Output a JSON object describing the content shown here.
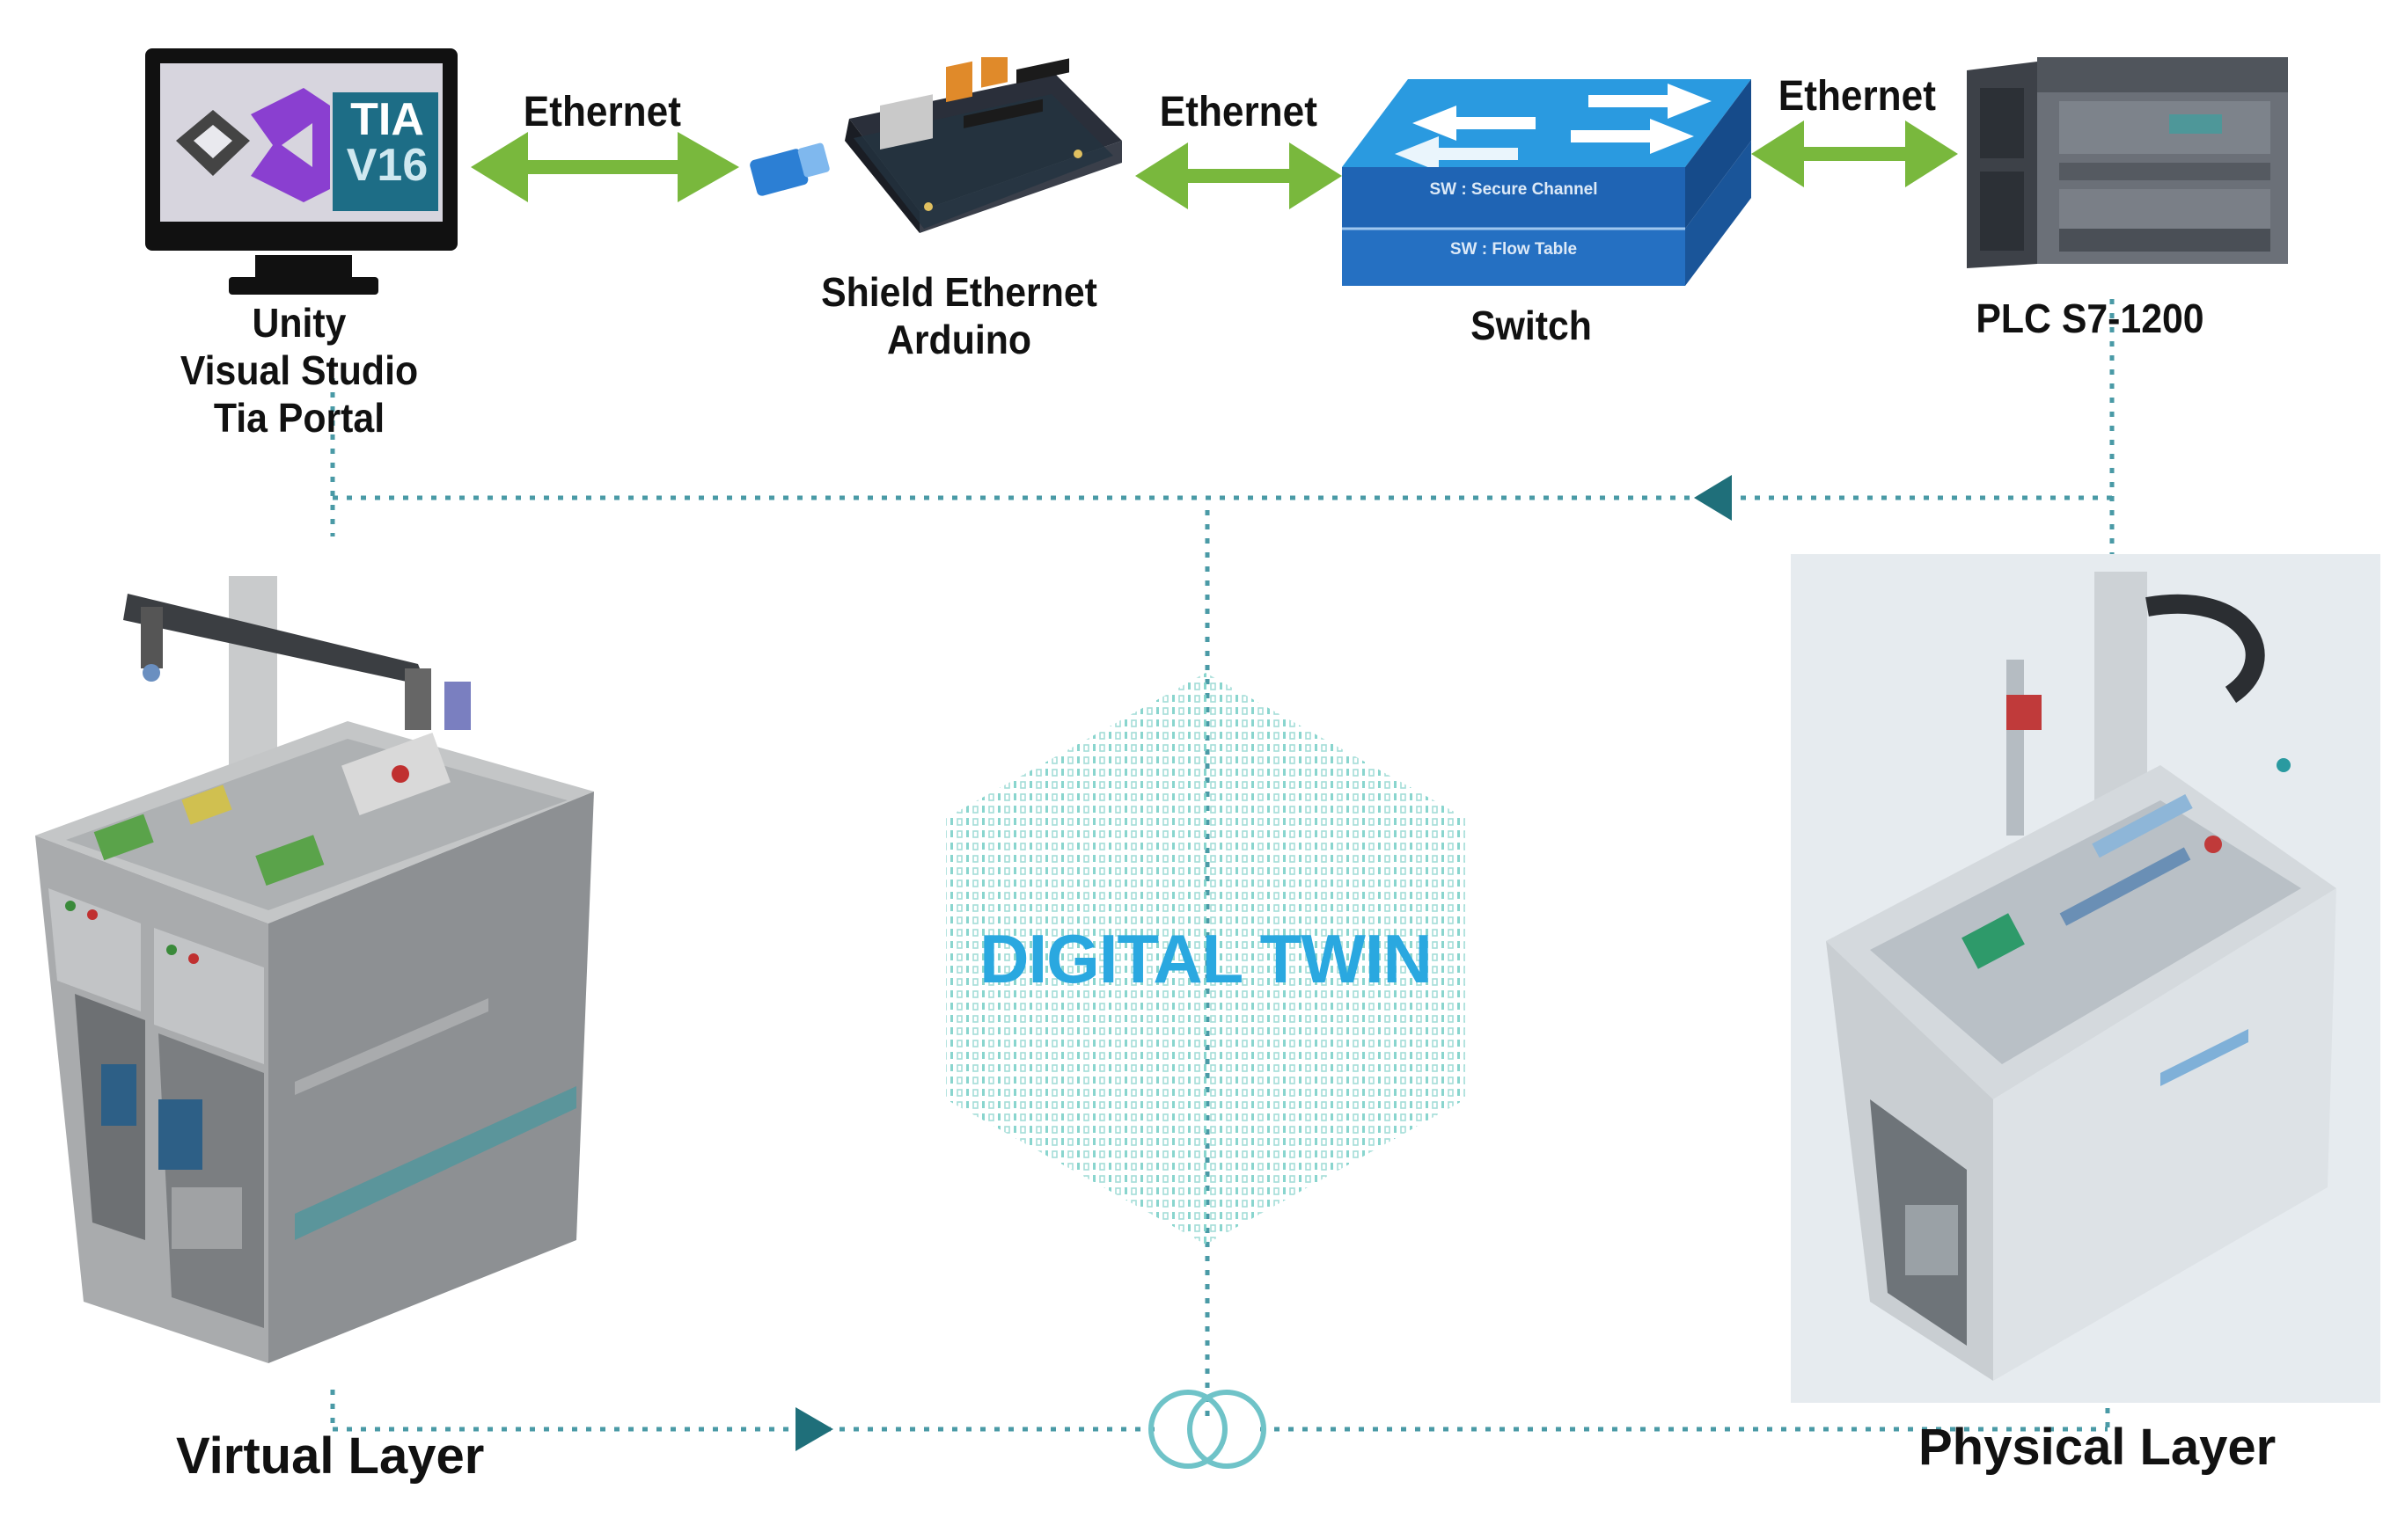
{
  "nodes": {
    "tia_software": {
      "screen_text_line1": "TIA",
      "screen_text_line2": "V16",
      "label_lines": [
        "Unity",
        "Visual Studio",
        "Tia Portal"
      ]
    },
    "arduino_shield": {
      "label_lines": [
        "Shield Ethernet",
        "Arduino"
      ]
    },
    "network_switch": {
      "label": "Switch",
      "tier_top_text": "SW : Secure Channel",
      "tier_bottom_text": "SW : Flow Table"
    },
    "plc": {
      "label": "PLC S7-1200"
    }
  },
  "links": [
    "Ethernet",
    "Ethernet",
    "Ethernet"
  ],
  "center": {
    "title": "DIGITAL TWIN"
  },
  "layers": {
    "virtual": "Virtual Layer",
    "physical": "Physical Layer"
  },
  "colors": {
    "ethernet_arrow": "#79b83d",
    "dotted_line": "#4a9aa6",
    "digital_twin_text": "#2aa8e0",
    "switch_blue": "#1f64b4",
    "binary_cloud": "#7cd0c8"
  }
}
